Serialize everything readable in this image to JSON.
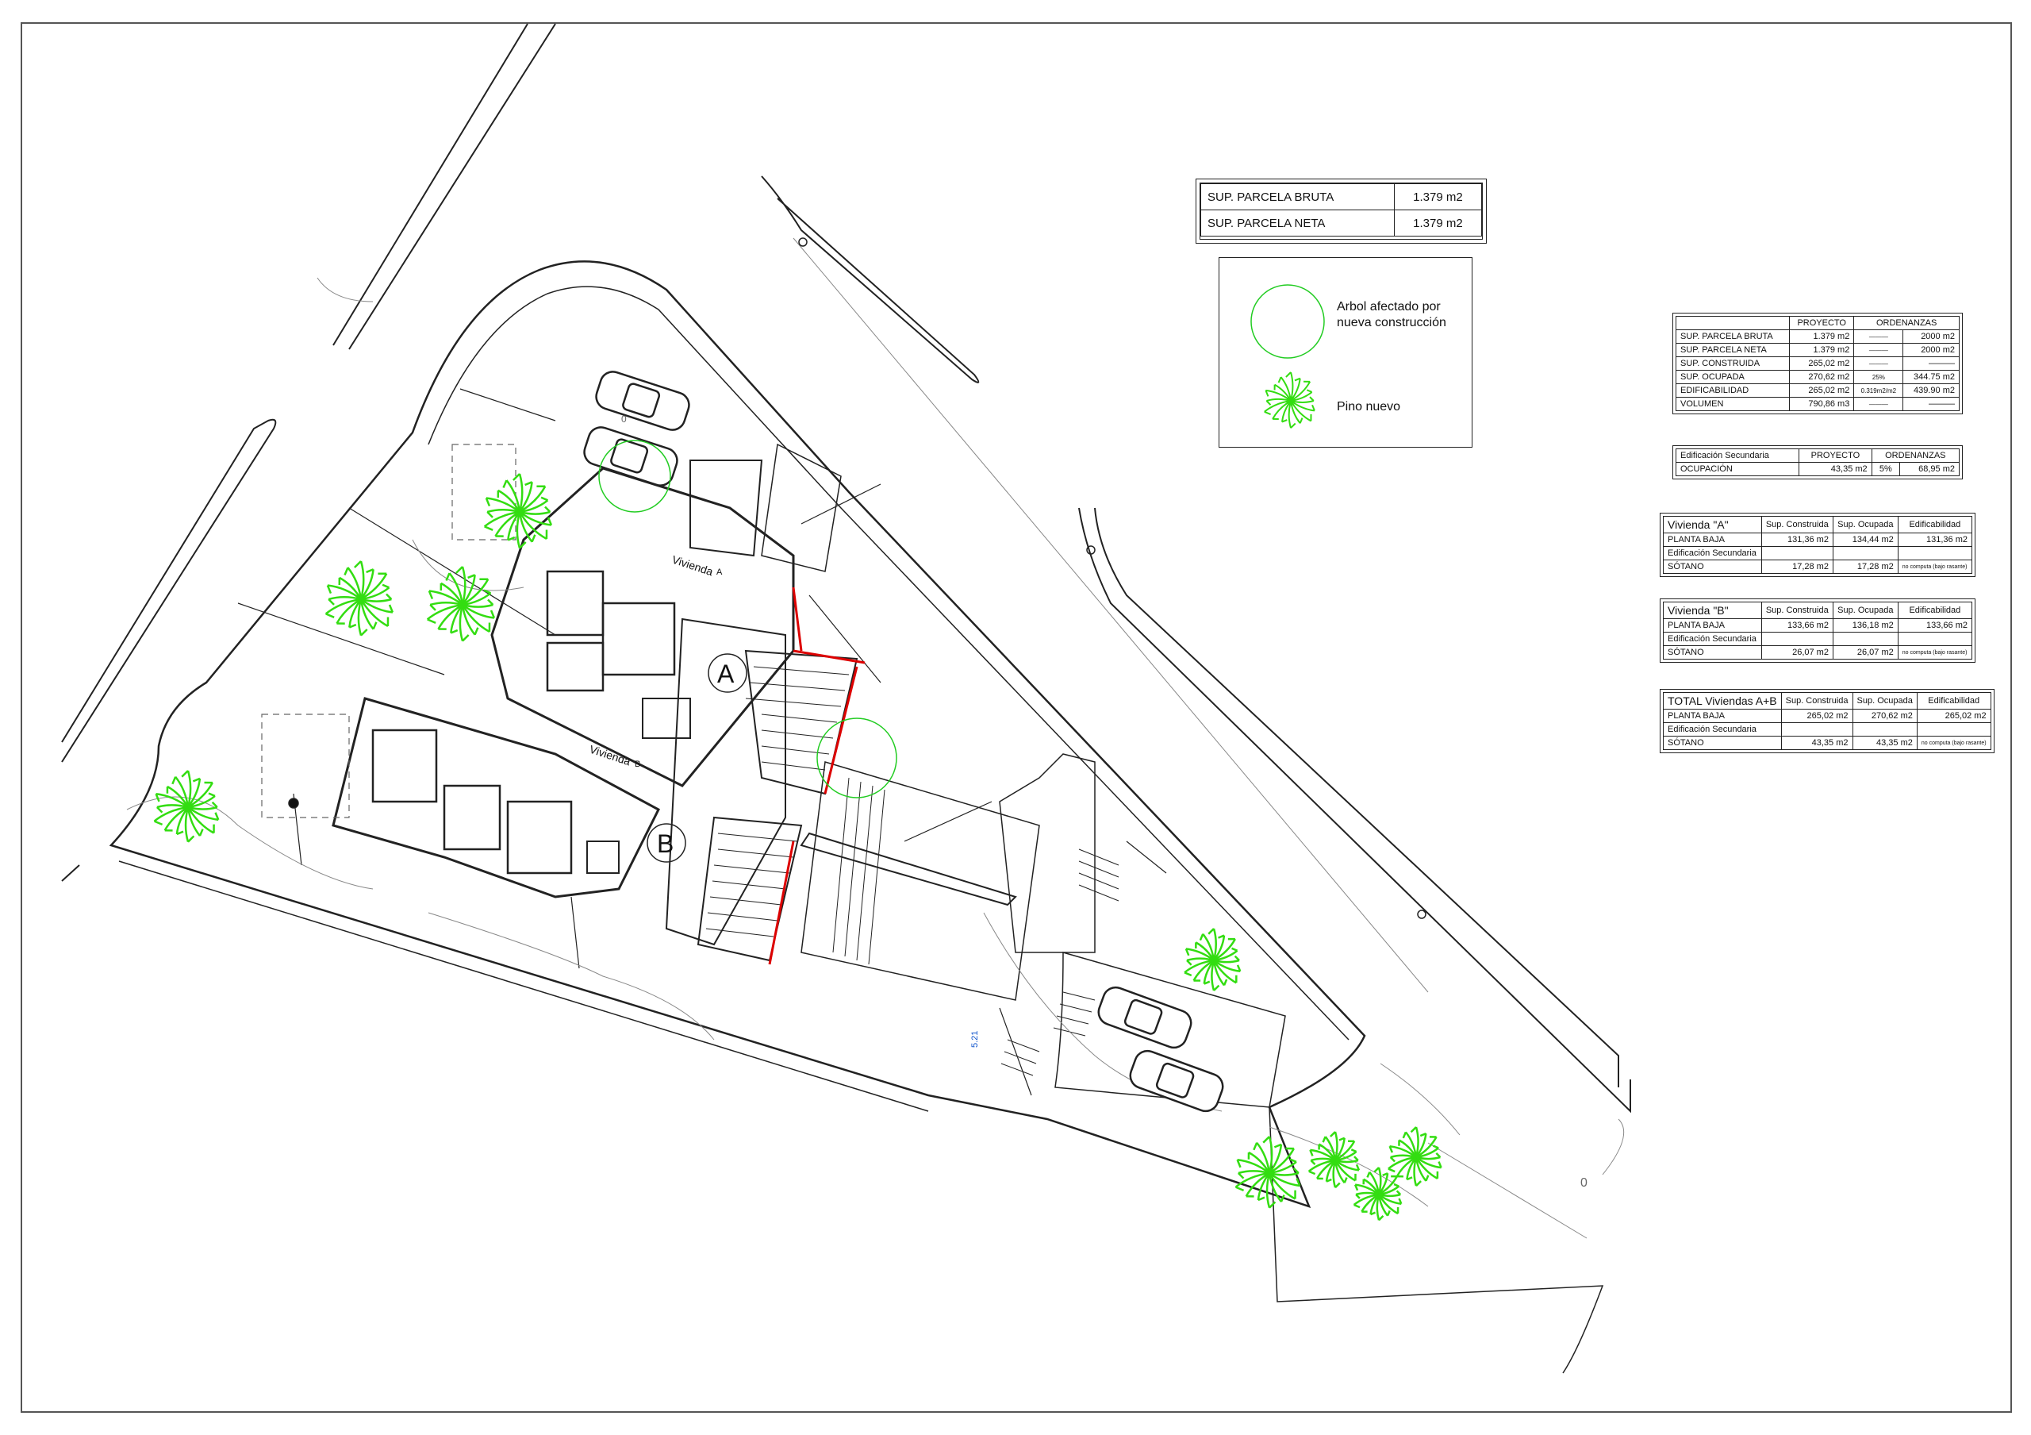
{
  "parcel": {
    "bruta_label": "SUP. PARCELA BRUTA",
    "bruta_value": "1.379  m2",
    "neta_label": "SUP. PARCELA NETA",
    "neta_value": "1.379  m2"
  },
  "legend": {
    "affected_tree_line1": "Arbol afectado por",
    "affected_tree_line2": "nueva construcción",
    "affected_tree_color": "#22cc22",
    "new_pine": "Pino nuevo",
    "new_pine_color": "#33dd11"
  },
  "plan": {
    "house_a_label": "A",
    "house_b_label": "B",
    "vivienda_a": "Vivienda",
    "vivienda_a_mark": "A",
    "vivienda_b": "Vivienda",
    "vivienda_b_mark": "B",
    "dimension": "5.21",
    "contour_mark": "0",
    "contour_mark_2": "0",
    "accent_red": "#dd0000",
    "dimension_color": "#1155cc"
  },
  "summary": {
    "h_proyecto": "PROYECTO",
    "h_ordenanzas": "ORDENANZAS",
    "rows": [
      {
        "label": "SUP. PARCELA BRUTA",
        "proyecto": "1.379  m2",
        "mid": "———",
        "ord": "2000  m2"
      },
      {
        "label": "SUP. PARCELA NETA",
        "proyecto": "1.379  m2",
        "mid": "———",
        "ord": "2000  m2"
      },
      {
        "label": "SUP. CONSTRUIDA",
        "proyecto": "265,02  m2",
        "mid": "———",
        "ord": "———"
      },
      {
        "label": "SUP. OCUPADA",
        "proyecto": "270,62  m2",
        "mid": "25%",
        "ord": "344.75   m2"
      },
      {
        "label": "EDIFICABILIDAD",
        "proyecto": "265,02  m2",
        "mid": "0.319m2/m2",
        "ord": "439.90   m2"
      },
      {
        "label": "VOLUMEN",
        "proyecto": "790,86  m3",
        "mid": "———",
        "ord": "———"
      }
    ]
  },
  "secondary": {
    "h_label": "Edificación Secundaria",
    "h_proyecto": "PROYECTO",
    "h_ordenanzas": "ORDENANZAS",
    "label": "OCUPACIÓN",
    "proyecto": "43,35  m2",
    "pct": "5%",
    "ord": "68,95    m2"
  },
  "viviendas": [
    {
      "title": "Vivienda \"A\"",
      "h1": "Sup. Construida",
      "h2": "Sup. Ocupada",
      "h3": "Edificabilidad",
      "pb_label": "PLANTA BAJA",
      "pb1": "131,36  m2",
      "pb2": "134,44  m2",
      "pb3": "131,36  m2",
      "sec_label": "Edificación Secundaria",
      "so_label": "SÓTANO",
      "so1": "17,28  m2",
      "so2": "17,28  m2",
      "so3": "no computa (bajo rasante)"
    },
    {
      "title": "Vivienda \"B\"",
      "h1": "Sup. Construida",
      "h2": "Sup. Ocupada",
      "h3": "Edificabilidad",
      "pb_label": "PLANTA BAJA",
      "pb1": "133,66  m2",
      "pb2": "136,18  m2",
      "pb3": "133,66  m2",
      "sec_label": "Edificación Secundaria",
      "so_label": "SÓTANO",
      "so1": "26,07  m2",
      "so2": "26,07  m2",
      "so3": "no computa (bajo rasante)"
    },
    {
      "title": "TOTAL Viviendas A+B",
      "h1": "Sup. Construida",
      "h2": "Sup. Ocupada",
      "h3": "Edificabilidad",
      "pb_label": "PLANTA BAJA",
      "pb1": "265,02  m2",
      "pb2": "270,62  m2",
      "pb3": "265,02  m2",
      "sec_label": "Edificación Secundaria",
      "so_label": "SÓTANO",
      "so1": "43,35  m2",
      "so2": "43,35  m2",
      "so3": "no computa (bajo rasante)"
    }
  ]
}
